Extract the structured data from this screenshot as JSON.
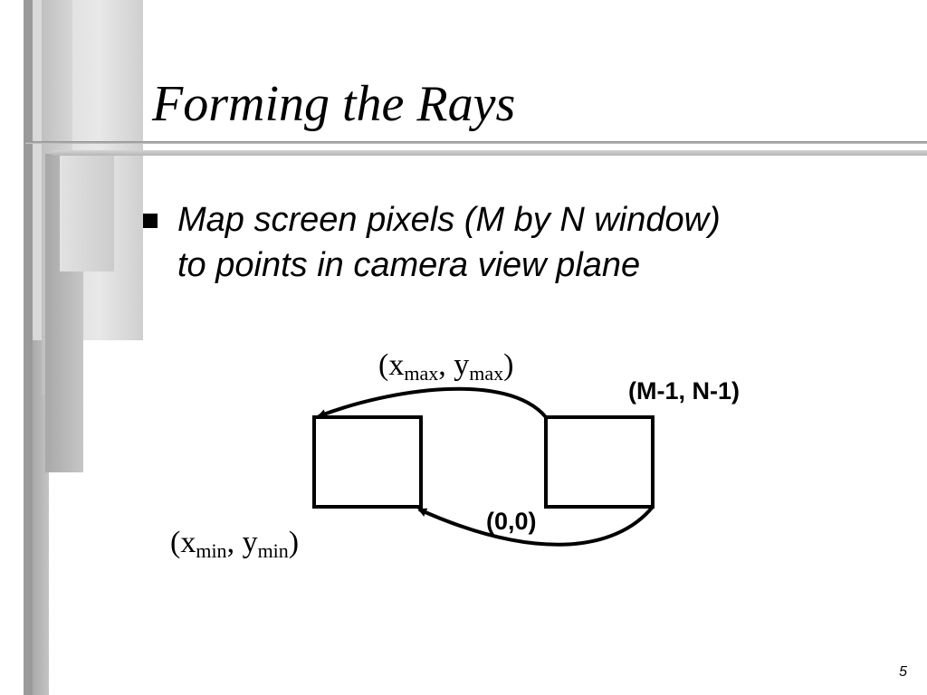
{
  "slide": {
    "title": "Forming the Rays",
    "bullet": {
      "line1": "Map screen pixels (M by N window)",
      "line2": "to points in camera view plane"
    },
    "page_number": "5"
  },
  "diagram": {
    "max_label": {
      "x": "x",
      "x_sub": "max",
      "sep": ", ",
      "y": "y",
      "y_sub": "max",
      "open": "(",
      "close": ")"
    },
    "min_label": {
      "x": "x",
      "x_sub": "min",
      "sep": ", ",
      "y": "y",
      "y_sub": "min",
      "open": "(",
      "close": ")"
    },
    "screen_corner_top": "(M-1, N-1)",
    "screen_corner_bottom": "(0,0)"
  },
  "colors": {
    "text": "#000000",
    "decor_gray": "#b0b0b0",
    "background": "#ffffff"
  }
}
